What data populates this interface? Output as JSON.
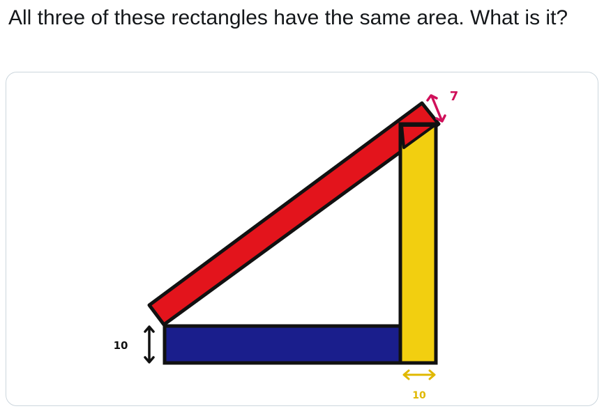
{
  "tweet": {
    "text": "All three of these rectangles have the same area. What is it?"
  },
  "puzzle": {
    "labels": {
      "blue_height": "10",
      "yellow_width": "10",
      "red_width": "7"
    },
    "colors": {
      "red_rect": "#e3141c",
      "blue_rect": "#1a1e8c",
      "yellow_rect": "#f2cf10",
      "outline": "#111111",
      "blue_label": "#111111",
      "yellow_label": "#e0b800",
      "red_label": "#d0105a",
      "card_border": "#ccd6dd"
    }
  }
}
